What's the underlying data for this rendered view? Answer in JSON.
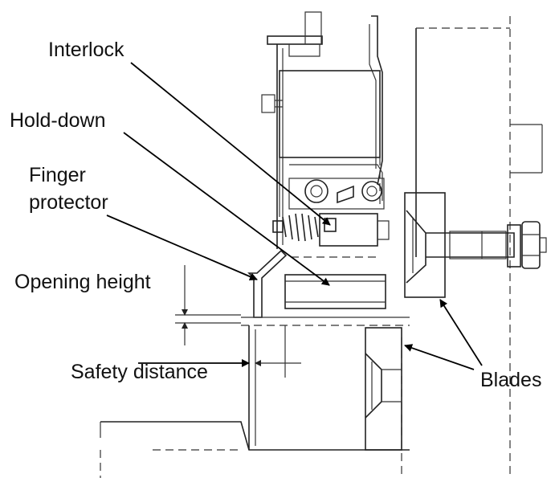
{
  "labels": {
    "interlock": "Interlock",
    "hold_down": "Hold-down",
    "finger_protector_line1": "Finger",
    "finger_protector_line2": "protector",
    "opening_height": "Opening height",
    "safety_distance": "Safety distance",
    "blades": "Blades"
  },
  "colors": {
    "line": "#222222",
    "text": "#111111",
    "background": "#ffffff"
  }
}
